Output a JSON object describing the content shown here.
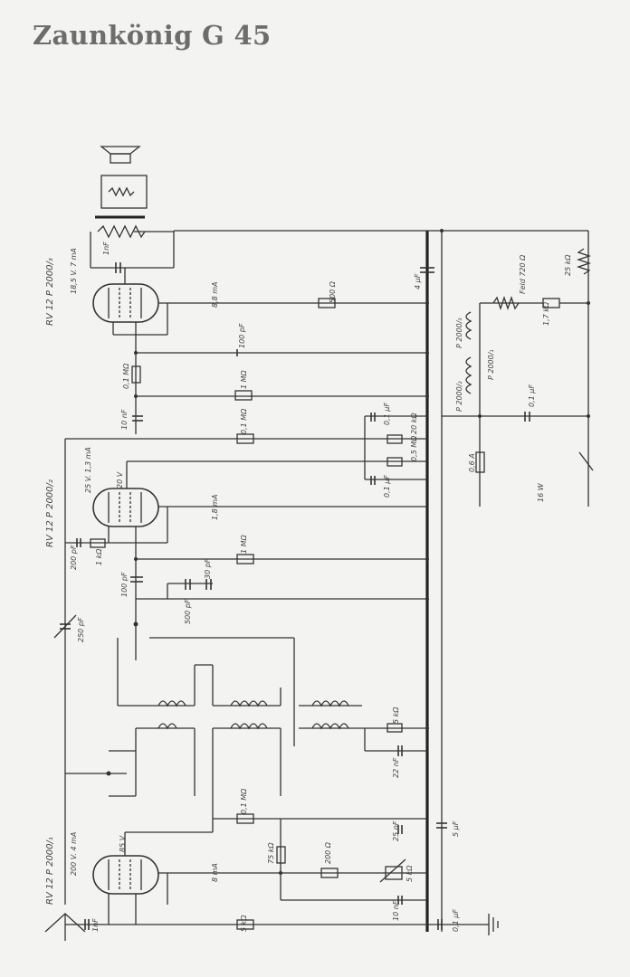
{
  "title": "Zaunkönig G 45",
  "tubes": {
    "t3": {
      "name": "RV 12 P 2000/₃",
      "voltage": "18,5 V. 7 mA",
      "current": "8,8 mA"
    },
    "t2": {
      "name": "RV 12 P 2000/₂",
      "voltage": "25 V. 1,3 mA",
      "current": "1,8 mA",
      "grid": "20 V"
    },
    "t1": {
      "name": "RV 12 P 2000/₁",
      "voltage": "200 V. 4 mA",
      "current": "8 mA",
      "grid": "85 V"
    }
  },
  "components": {
    "c_1nF_top": "1nF",
    "r_500": "500 Ω",
    "c_100pF": "100 pF",
    "r_01M": "0,1 MΩ",
    "r_1M_a": "1 MΩ",
    "c_10nF": "10 nF",
    "r_01M_b": "0,1 MΩ",
    "c_4uF": "4 μF",
    "c_01uF_a": "0,1 μF",
    "r_20k": "20 kΩ",
    "r_05M": "0,5 MΩ",
    "c_01uF_b": "0,1 μF",
    "c_200pF": "200 pF",
    "r_1k": "1 kΩ",
    "r_1M_b": "1 MΩ",
    "c_100pF_b": "100 pF",
    "c_trim_30": "30 pF",
    "c_500": "500 pF",
    "c_250pF": "250 pF",
    "r_5k": "5 kΩ",
    "c_22nF": "22 nF",
    "r_01M_c": "0,1 MΩ",
    "c_25nF": "25 nF",
    "c_5uF": "5 μF",
    "r_75k": "75 kΩ",
    "r_200": "200 Ω",
    "pot_5k": "5 kΩ",
    "c_10nF_b": "10 nF",
    "c_01uF_c": "0,1 μF",
    "c_1nF_bot": "1nF",
    "r_5k_b": "5 kΩ",
    "feld": "Feld 720 Ω",
    "r_25": "25 kΩ",
    "r_17k": "1,7 kΩ",
    "ballast_1": "P 2000/₃",
    "ballast_2": "P 2000/₁",
    "ballast_3": "P 2000/₂",
    "c_01uF_mains": "0,1 μF",
    "fuse": "0,6 A",
    "power": "16 W"
  }
}
